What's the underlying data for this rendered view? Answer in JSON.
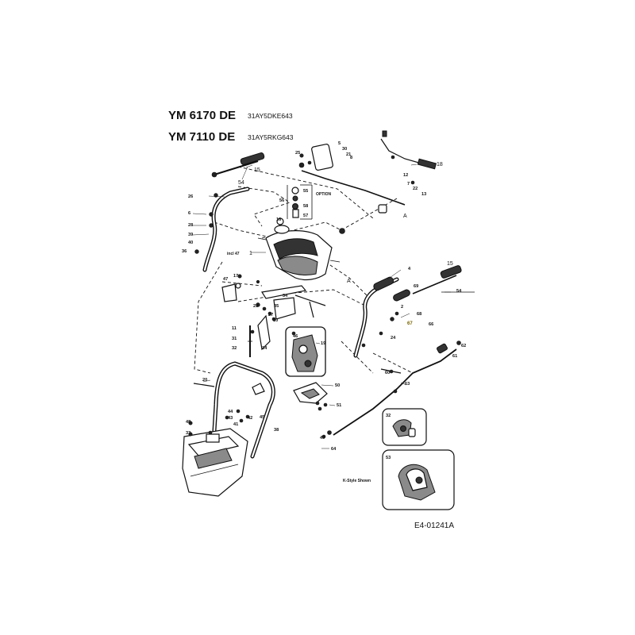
{
  "header": {
    "models": [
      {
        "name": "YM 6170 DE",
        "code": "31AY5DKE643"
      },
      {
        "name": "YM 7110 DE",
        "code": "31AY5RKG643"
      }
    ]
  },
  "labels": {
    "option": "OPTION",
    "kstyle": "K-Style Shown",
    "incl47": "incl 47",
    "figure_code": "E4-01241A",
    "marker_a": "A"
  },
  "callouts": [
    {
      "id": "c25",
      "text": "25"
    },
    {
      "id": "c5a",
      "text": "5"
    },
    {
      "id": "c30",
      "text": "30"
    },
    {
      "id": "c21a",
      "text": "21"
    },
    {
      "id": "c15a",
      "text": "15"
    },
    {
      "id": "c54a",
      "text": "54"
    },
    {
      "id": "c18",
      "text": "18"
    },
    {
      "id": "c22",
      "text": "22"
    },
    {
      "id": "c7",
      "text": "7"
    },
    {
      "id": "c13",
      "text": "13"
    },
    {
      "id": "c55",
      "text": "55"
    },
    {
      "id": "c56",
      "text": "56"
    },
    {
      "id": "c58",
      "text": "58"
    },
    {
      "id": "c57",
      "text": "57"
    },
    {
      "id": "c26",
      "text": "26"
    },
    {
      "id": "c6",
      "text": "6"
    },
    {
      "id": "c28",
      "text": "28"
    },
    {
      "id": "c39",
      "text": "39"
    },
    {
      "id": "c40",
      "text": "40"
    },
    {
      "id": "c36",
      "text": "36"
    },
    {
      "id": "c16",
      "text": "16"
    },
    {
      "id": "c1",
      "text": "1"
    },
    {
      "id": "c4",
      "text": "4"
    },
    {
      "id": "c15b",
      "text": "15"
    },
    {
      "id": "c69",
      "text": "69"
    },
    {
      "id": "c68",
      "text": "68"
    },
    {
      "id": "c54b",
      "text": "54"
    },
    {
      "id": "c2",
      "text": "2"
    },
    {
      "id": "c67",
      "text": "67"
    },
    {
      "id": "c47",
      "text": "47"
    },
    {
      "id": "c17",
      "text": "17"
    },
    {
      "id": "c34",
      "text": "34"
    },
    {
      "id": "c23",
      "text": "23"
    },
    {
      "id": "c35",
      "text": "35"
    },
    {
      "id": "c27",
      "text": "27"
    },
    {
      "id": "c10",
      "text": "10"
    },
    {
      "id": "c11",
      "text": "11"
    },
    {
      "id": "c31",
      "text": "31"
    },
    {
      "id": "c32a",
      "text": "32"
    },
    {
      "id": "c14",
      "text": "14"
    },
    {
      "id": "c46",
      "text": "46"
    },
    {
      "id": "c19",
      "text": "19"
    },
    {
      "id": "c24",
      "text": "24"
    },
    {
      "id": "c62",
      "text": "62"
    },
    {
      "id": "c61",
      "text": "61"
    },
    {
      "id": "c60",
      "text": "60"
    },
    {
      "id": "c63",
      "text": "63"
    },
    {
      "id": "c20",
      "text": "20"
    },
    {
      "id": "c50",
      "text": "50"
    },
    {
      "id": "c51",
      "text": "51"
    },
    {
      "id": "c44",
      "text": "44"
    },
    {
      "id": "c43",
      "text": "43"
    },
    {
      "id": "c42",
      "text": "42"
    },
    {
      "id": "c41",
      "text": "41"
    },
    {
      "id": "c45",
      "text": "45"
    },
    {
      "id": "c38",
      "text": "38"
    },
    {
      "id": "c48",
      "text": "48"
    },
    {
      "id": "c33",
      "text": "33"
    },
    {
      "id": "c49",
      "text": "49"
    },
    {
      "id": "c64",
      "text": "64"
    },
    {
      "id": "c32b",
      "text": "32"
    },
    {
      "id": "c53",
      "text": "53"
    },
    {
      "id": "c8",
      "text": "8"
    },
    {
      "id": "c12",
      "text": "12"
    },
    {
      "id": "c66",
      "text": "66"
    }
  ]
}
